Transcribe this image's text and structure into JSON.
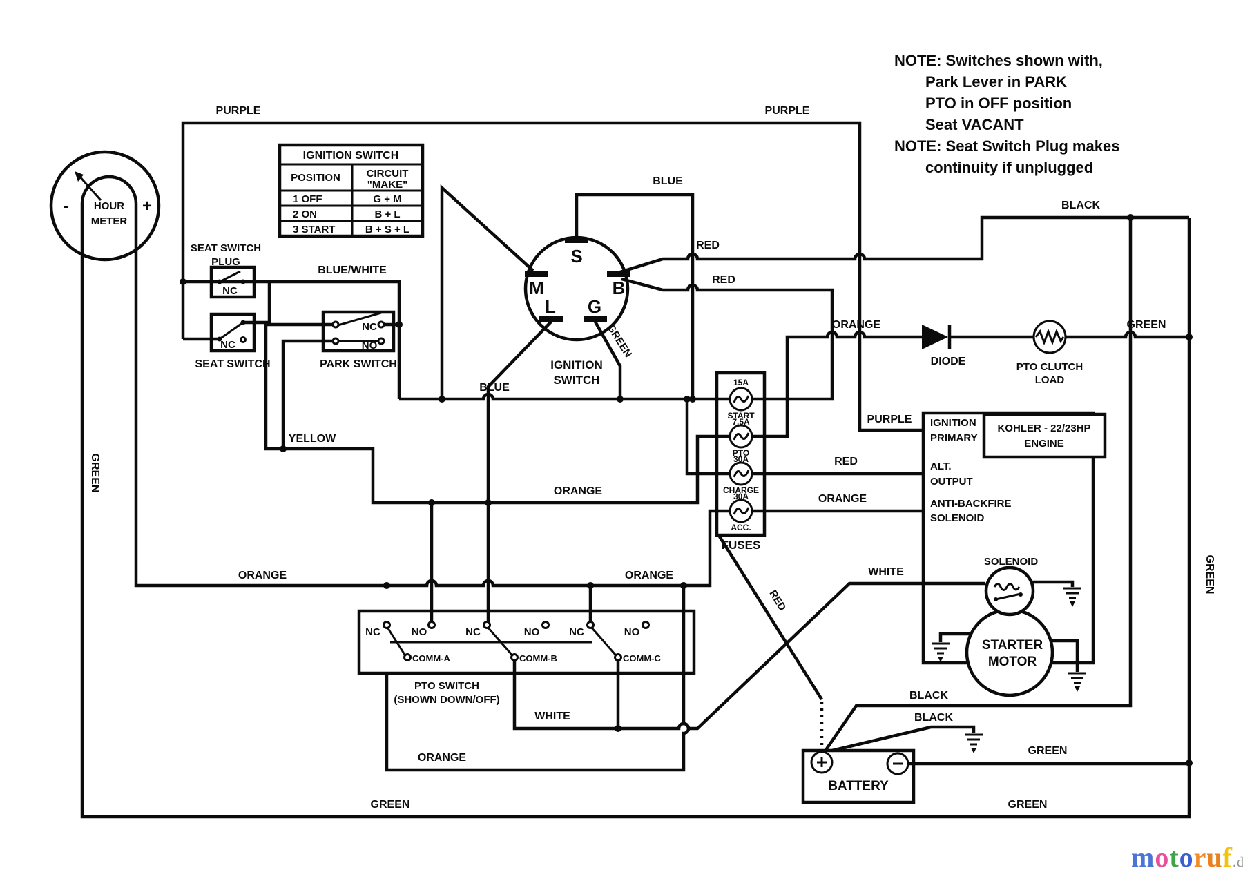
{
  "notes": {
    "lines": [
      "NOTE: Switches shown with,",
      "Park Lever in PARK",
      "PTO in OFF position",
      "Seat VACANT",
      "NOTE: Seat Switch Plug makes",
      "continuity if unplugged"
    ]
  },
  "ignition_table": {
    "title": "IGNITION SWITCH",
    "col_position": "POSITION",
    "col_circuit_line1": "CIRCUIT",
    "col_circuit_line2": "\"MAKE\"",
    "rows": [
      {
        "position": "1  OFF",
        "circuit": "G + M"
      },
      {
        "position": "2  ON",
        "circuit": "B + L"
      },
      {
        "position": "3  START",
        "circuit": "B + S + L"
      }
    ]
  },
  "wire_labels": {
    "purple": "PURPLE",
    "blue": "BLUE",
    "red": "RED",
    "black": "BLACK",
    "blue_white": "BLUE/WHITE",
    "yellow": "YELLOW",
    "orange": "ORANGE",
    "green": "GREEN",
    "white": "WHITE"
  },
  "components": {
    "hour_meter_line1": "HOUR",
    "hour_meter_line2": "METER",
    "minus": "-",
    "plus": "+",
    "seat_switch_plug_line1": "SEAT SWITCH",
    "seat_switch_plug_line2": "PLUG",
    "seat_switch": "SEAT SWITCH",
    "park_switch": "PARK SWITCH",
    "nc": "NC",
    "no": "NO",
    "ignition_switch_line1": "IGNITION",
    "ignition_switch_line2": "SWITCH",
    "terminals": {
      "s": "S",
      "m": "M",
      "b": "B",
      "l": "L",
      "g": "G"
    },
    "fuses_title": "FUSES",
    "fuse_rows": [
      {
        "amps": "15A",
        "name": "START"
      },
      {
        "amps": "7.5A",
        "name": "PTO"
      },
      {
        "amps": "30A",
        "name": "CHARGE"
      },
      {
        "amps": "30A",
        "name": "ACC."
      }
    ],
    "diode": "DIODE",
    "pto_clutch_line1": "PTO CLUTCH",
    "pto_clutch_line2": "LOAD",
    "engine": {
      "ignition_primary_1": "IGNITION",
      "ignition_primary_2": "PRIMARY",
      "alt_output_1": "ALT.",
      "alt_output_2": "OUTPUT",
      "anti_backfire_1": "ANTI-BACKFIRE",
      "anti_backfire_2": "SOLENOID",
      "kohler_1": "KOHLER - 22/23HP",
      "kohler_2": "ENGINE"
    },
    "solenoid": "SOLENOID",
    "starter_line1": "STARTER",
    "starter_line2": "MOTOR",
    "battery": "BATTERY",
    "pto_switch_line1": "PTO SWITCH",
    "pto_switch_line2": "(SHOWN DOWN/OFF)",
    "comm_a": "COMM-A",
    "comm_b": "COMM-B",
    "comm_c": "COMM-C"
  },
  "colors": {
    "diagram_lines": "#0b0b0b",
    "background": "#ffffff"
  },
  "watermark": {
    "letters": [
      {
        "ch": "m",
        "color": "#4a75d4"
      },
      {
        "ch": "o",
        "color": "#e6519a"
      },
      {
        "ch": "t",
        "color": "#3fa549"
      },
      {
        "ch": "o",
        "color": "#3d5fd0"
      },
      {
        "ch": "r",
        "color": "#f28c28"
      },
      {
        "ch": "u",
        "color": "#e8821e"
      },
      {
        "ch": "f",
        "color": "#f2c20d"
      }
    ],
    "suffix": ".de",
    "suffix_color": "#8f8f8f"
  }
}
